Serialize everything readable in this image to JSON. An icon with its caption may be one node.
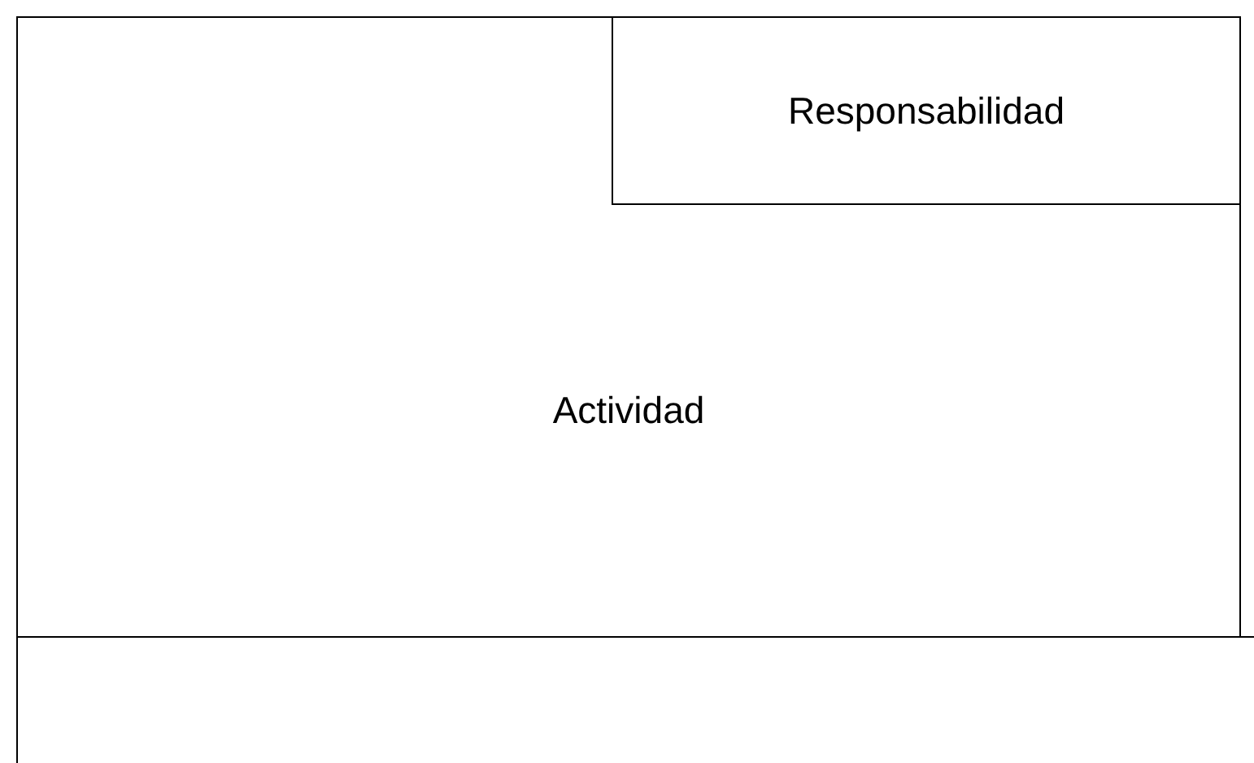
{
  "diagram": {
    "nodes": [
      {
        "text": [
          "Actividad"
        ]
      },
      {
        "text": [
          "Responsabilidad"
        ],
        "in": 0
      },
      {
        "text": [],
        "shape": "box"
      }
    ]
  }
}
